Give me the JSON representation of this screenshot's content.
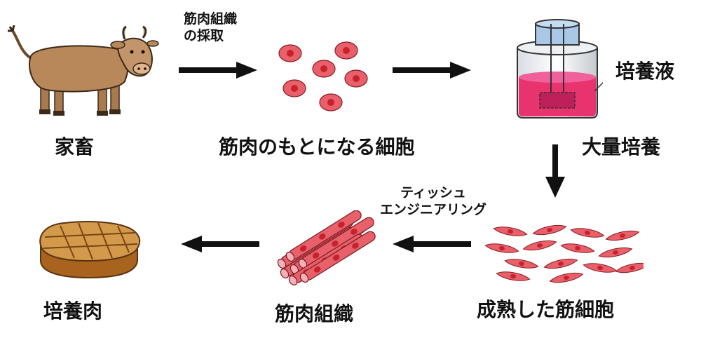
{
  "labels": {
    "livestock": "家畜",
    "cell_harvest": [
      "筋肉組織",
      "の採取"
    ],
    "precursor_cells": "筋肉のもとになる細胞",
    "culture_medium": "培養液",
    "mass_culture": "大量培養",
    "tissue_engineering": [
      "ティッシュ",
      "エンジニアリング"
    ],
    "mature_cells": "成熟した筋細胞",
    "muscle_tissue": "筋肉組織",
    "cultured_meat": "培養肉"
  },
  "colors": {
    "cell_fill": "#e8606a",
    "cell_nucleus": "#c8212e",
    "medium": "#e8336e",
    "cow_body": "#b8875a",
    "meat": "#c98a3c",
    "arrow": "#111111"
  },
  "icons": [
    "cow-icon",
    "cells-icon",
    "bioreactor-icon",
    "elongated-cells-icon",
    "muscle-bundle-icon",
    "meat-icon"
  ]
}
